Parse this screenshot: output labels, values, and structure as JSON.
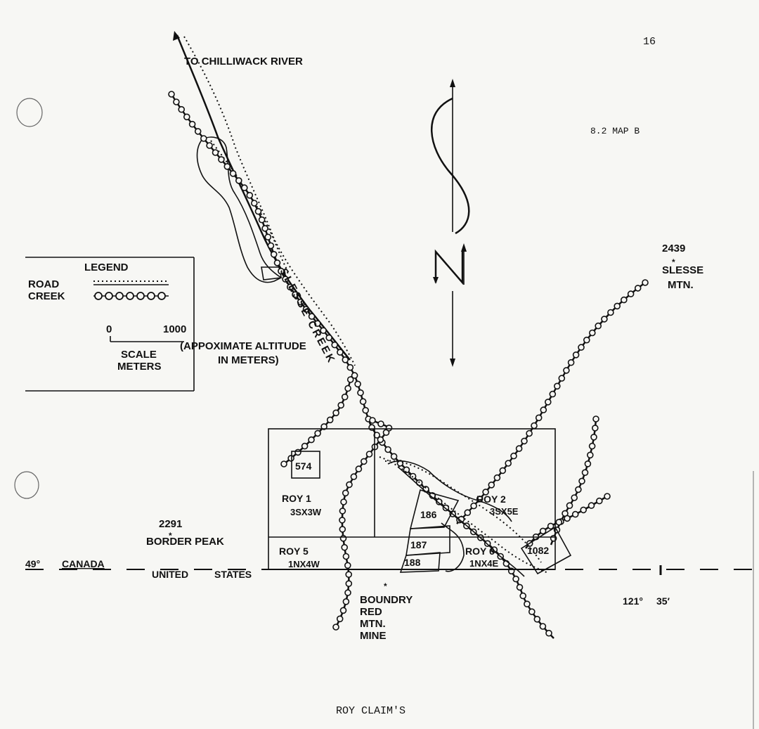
{
  "page_number": "16",
  "map_id": "8.2 MAP B",
  "caption": "ROY CLAIM'S",
  "to_river_label": "TO CHILLIWACK RIVER",
  "creek_name": "SLESSE CREEK",
  "altitude_note": [
    "(APPOXIMATE ALTITUDE",
    "IN METERS)"
  ],
  "legend": {
    "title": "LEGEND",
    "road_label": "ROAD",
    "creek_label": "CREEK",
    "creek_symbol": "ooooooo",
    "scale_start": "0",
    "scale_end": "1000",
    "scale_label": [
      "SCALE",
      "METERS"
    ]
  },
  "peaks": [
    {
      "name": [
        "SLESSE",
        "MTN."
      ],
      "altitude": "2439"
    },
    {
      "name": [
        "BORDER PEAK"
      ],
      "altitude": "2291"
    }
  ],
  "mine_label": [
    "BOUNDRY",
    "RED",
    "MTN.",
    "MINE"
  ],
  "border": {
    "latitude": "49°",
    "north_label": "CANADA",
    "south_label": [
      "UNITED",
      "STATES"
    ]
  },
  "longitude_label": [
    "121°",
    "35′"
  ],
  "claims": [
    {
      "name": "ROY 1",
      "code": "3SX3W"
    },
    {
      "name": "ROY 2",
      "code": "3SX5E"
    },
    {
      "name": "ROY 5",
      "code": "1NX4W"
    },
    {
      "name": "ROY 6",
      "code": "1NX4E"
    }
  ],
  "lots": [
    "574",
    "186",
    "187",
    "188",
    "1082"
  ],
  "colors": {
    "ink": "#111111",
    "paper": "#f7f7f4"
  },
  "icons": {
    "north_arrow": "north-arrow-icon",
    "peak_marker": "asterisk-peak-icon"
  }
}
